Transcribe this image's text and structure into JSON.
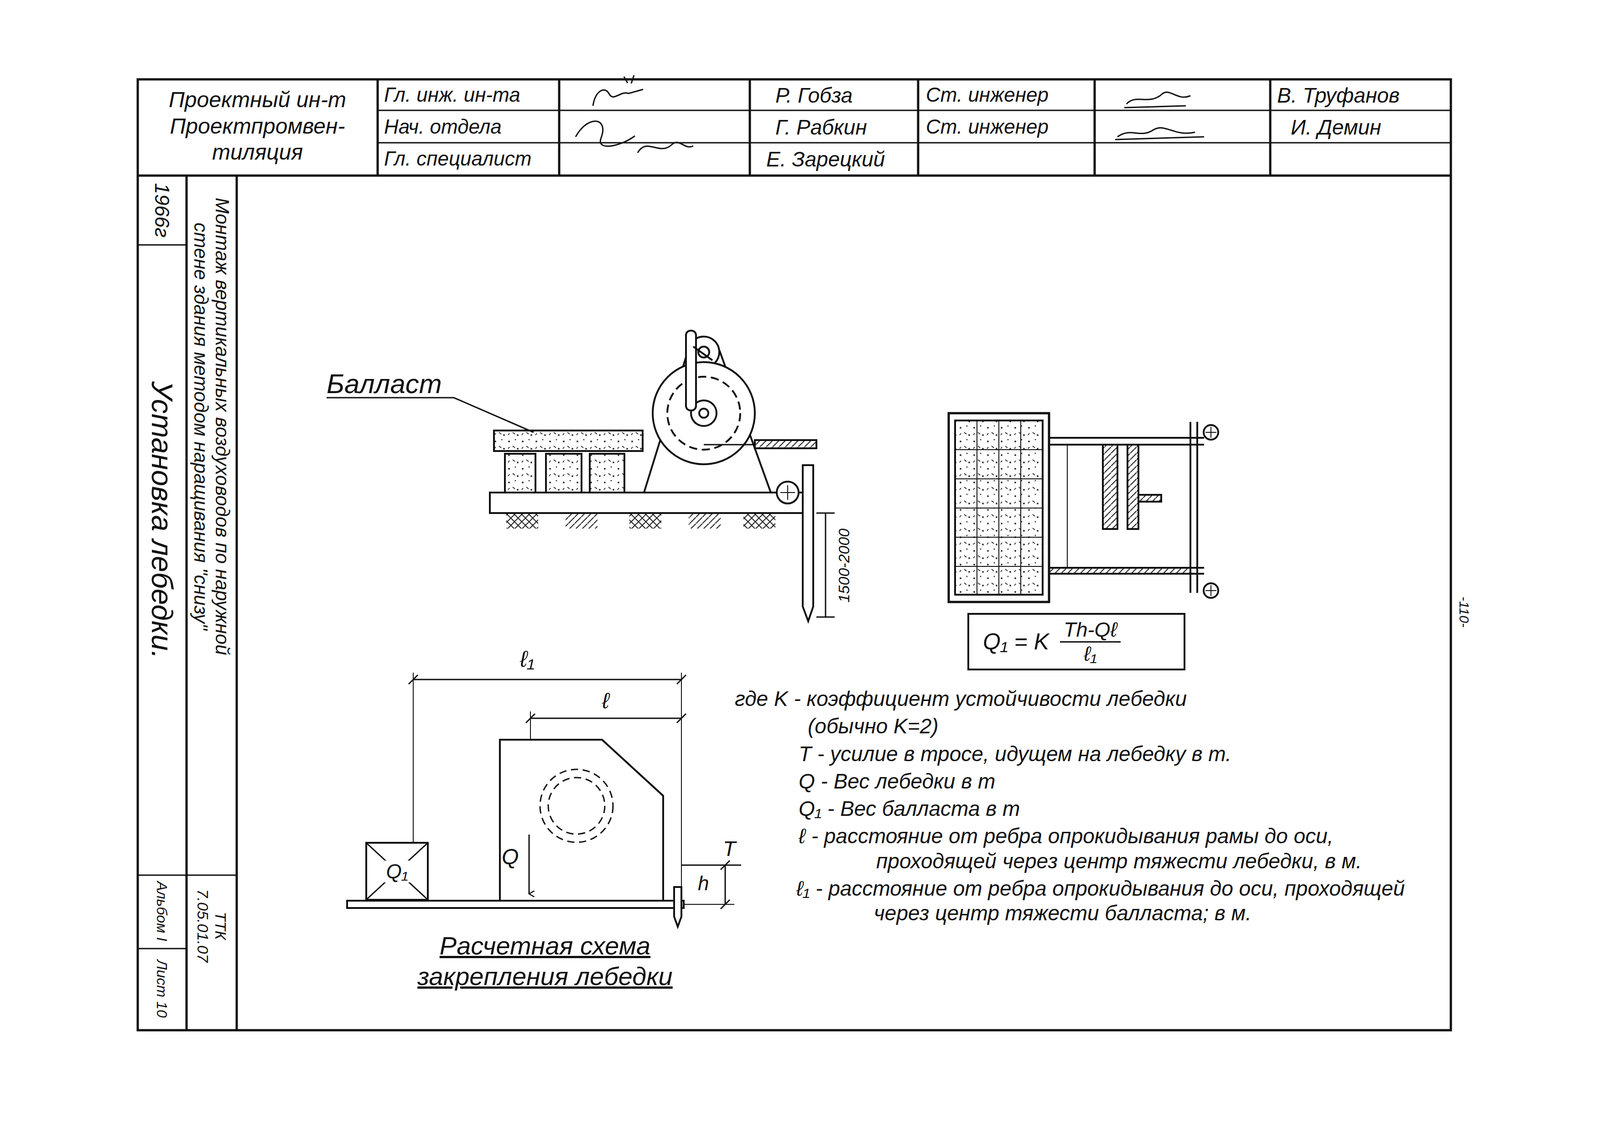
{
  "diagram": {
    "title": "Установка лебедки.",
    "caption": "Расчетная схема закрепления лебедки",
    "nodes": [
      {
        "text": [
          "Q₁ = K",
          "Th-Qℓ",
          "ℓ₁"
        ]
      },
      {
        "text": [
          "Q₁"
        ]
      }
    ],
    "labels": [
      "Проектный ин-т Проектпромвен- тиляция",
      "Гл. инж. ин-та",
      "Нач. отдела",
      "Гл. специалист",
      "Р. Гобза",
      "Г. Рабкин",
      "Е. Зарецкий",
      "Ст. инженер",
      "Ст. инженер",
      "В. Труфанов",
      "И. Демин",
      "1966г",
      "Монтаж вертикальных воздуховодов по наружной стене здания методом наращивания \"снизу\"",
      "ТТК 7.05.01.07",
      "Альбом I",
      "Лист 10",
      "Балласт",
      "1500-2000",
      "ℓ₁",
      "ℓ",
      "Q",
      "T",
      "h",
      "где K - коэффициент устойчивости лебедки",
      "(обычно K=2)",
      "T - усилие в тросе, идущем на лебедку в т.",
      "Q - Вес лебедки в т",
      "Q₁ - Вес балласта в т",
      "ℓ - расстояние от ребра опрокидывания рамы до оси, проходящей через центр тяжести лебедки, в м.",
      "ℓ₁ - расстояние от ребра опрокидывания до оси, проходящей через центр тяжести балласта; в м.",
      "-110-"
    ]
  }
}
